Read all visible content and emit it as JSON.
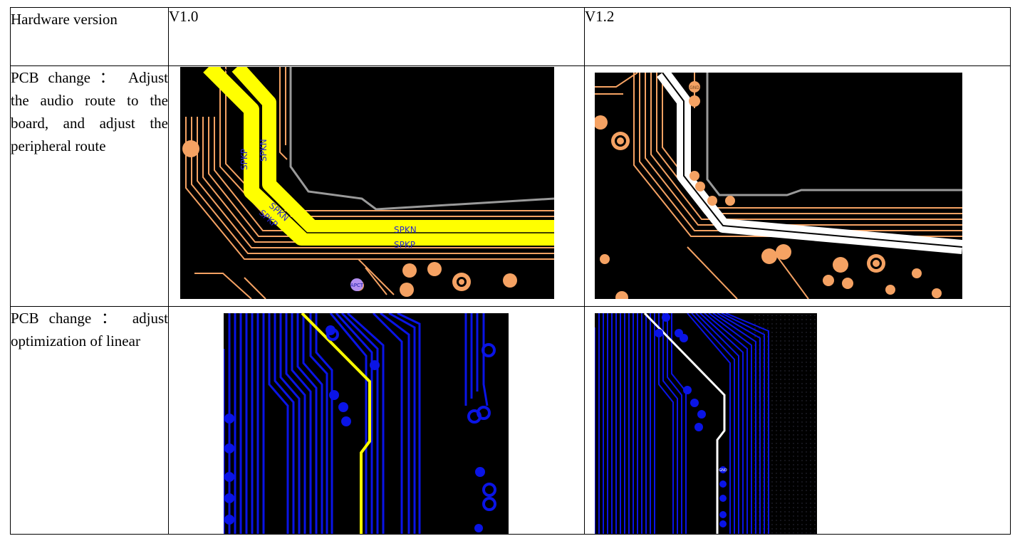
{
  "table": {
    "header": {
      "label": "Hardware version",
      "col1": "V1.0",
      "col2": "V1.2"
    },
    "rows": [
      {
        "label": "PCB change ： Adjust the audio route to the board, and adjust the peripheral route",
        "v10_nets": [
          "SPKP",
          "SPKN",
          "SPKN",
          "SPKP",
          "SPKN",
          "SPKP"
        ],
        "v10_tag": "APCT",
        "v12_tag": "GND"
      },
      {
        "label": "PCB change ： adjust optimization of linear",
        "v12_tag": "GND"
      }
    ]
  },
  "colors": {
    "trace_orange": "#f5a263",
    "highlight_yellow": "#ffff00",
    "trace_blue": "#0a14e6",
    "outline_grey": "#9a9a9a",
    "background_black": "#000000"
  }
}
